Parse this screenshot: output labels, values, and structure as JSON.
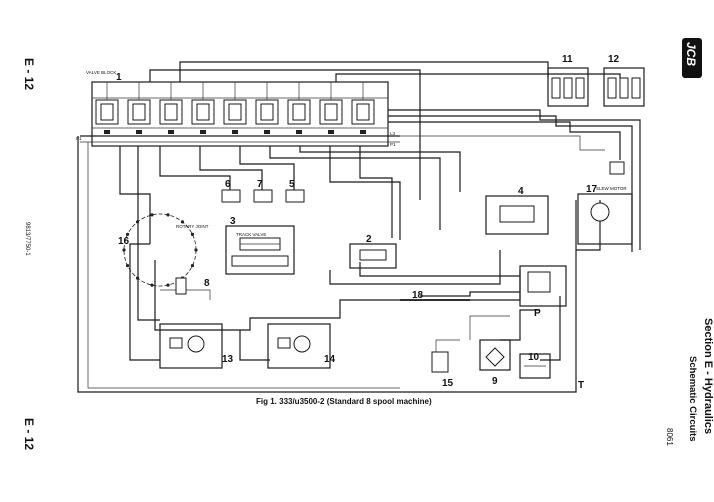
{
  "page": {
    "page_id_top": "E - 12",
    "page_id_bottom": "E - 12",
    "doc_number": "9813/7750-1",
    "section_title": "Section E - Hydraulics",
    "section_subtitle": "Schematic Circuits",
    "issue": "8061",
    "logo": "JCB",
    "caption": "Fig 1. 333/u3500-2 (Standard 8 spool machine)"
  },
  "diagram": {
    "components": [
      {
        "id": "c1",
        "number": "1",
        "label": "VALVE BLOCK"
      },
      {
        "id": "c2",
        "number": "2",
        "label": ""
      },
      {
        "id": "c3",
        "number": "3",
        "label": "TRACK VALVE"
      },
      {
        "id": "c4",
        "number": "4",
        "label": ""
      },
      {
        "id": "c5",
        "number": "5",
        "label": ""
      },
      {
        "id": "c6",
        "number": "6",
        "label": ""
      },
      {
        "id": "c7",
        "number": "7",
        "label": ""
      },
      {
        "id": "c8",
        "number": "8",
        "label": ""
      },
      {
        "id": "c9",
        "number": "9",
        "label": ""
      },
      {
        "id": "c10",
        "number": "10",
        "label": ""
      },
      {
        "id": "c11",
        "number": "11",
        "label": ""
      },
      {
        "id": "c12",
        "number": "12",
        "label": ""
      },
      {
        "id": "c13",
        "number": "13",
        "label": ""
      },
      {
        "id": "c14",
        "number": "14",
        "label": ""
      },
      {
        "id": "c15",
        "number": "15",
        "label": ""
      },
      {
        "id": "c16",
        "number": "16",
        "label": "ROTARY JOINT"
      },
      {
        "id": "c17",
        "number": "17",
        "label": "SLEW MOTOR"
      },
      {
        "id": "c18",
        "number": "18",
        "label": ""
      }
    ],
    "port_labels": {
      "pressure": "P",
      "tank": "T",
      "p1": "P1",
      "l3": "L3"
    }
  }
}
